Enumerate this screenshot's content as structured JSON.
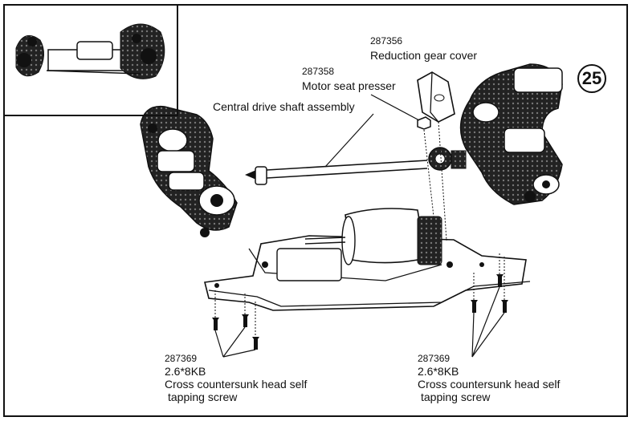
{
  "step_number": "25",
  "parts": [
    {
      "id": "reduction-gear-cover",
      "part_number": "287356",
      "name": "Reduction gear cover"
    },
    {
      "id": "motor-seat-presser",
      "part_number": "287358",
      "name": "Motor seat presser"
    },
    {
      "id": "central-drive-shaft",
      "name": "Central drive shaft assembly"
    },
    {
      "id": "screws-left",
      "part_number": "287369",
      "size": "2.6*8KB",
      "name_line1": "Cross countersunk head self",
      "name_line2": "tapping screw"
    },
    {
      "id": "screws-right",
      "part_number": "287369",
      "size": "2.6*8KB",
      "name_line1": "Cross countersunk head self",
      "name_line2": "tapping screw"
    }
  ]
}
